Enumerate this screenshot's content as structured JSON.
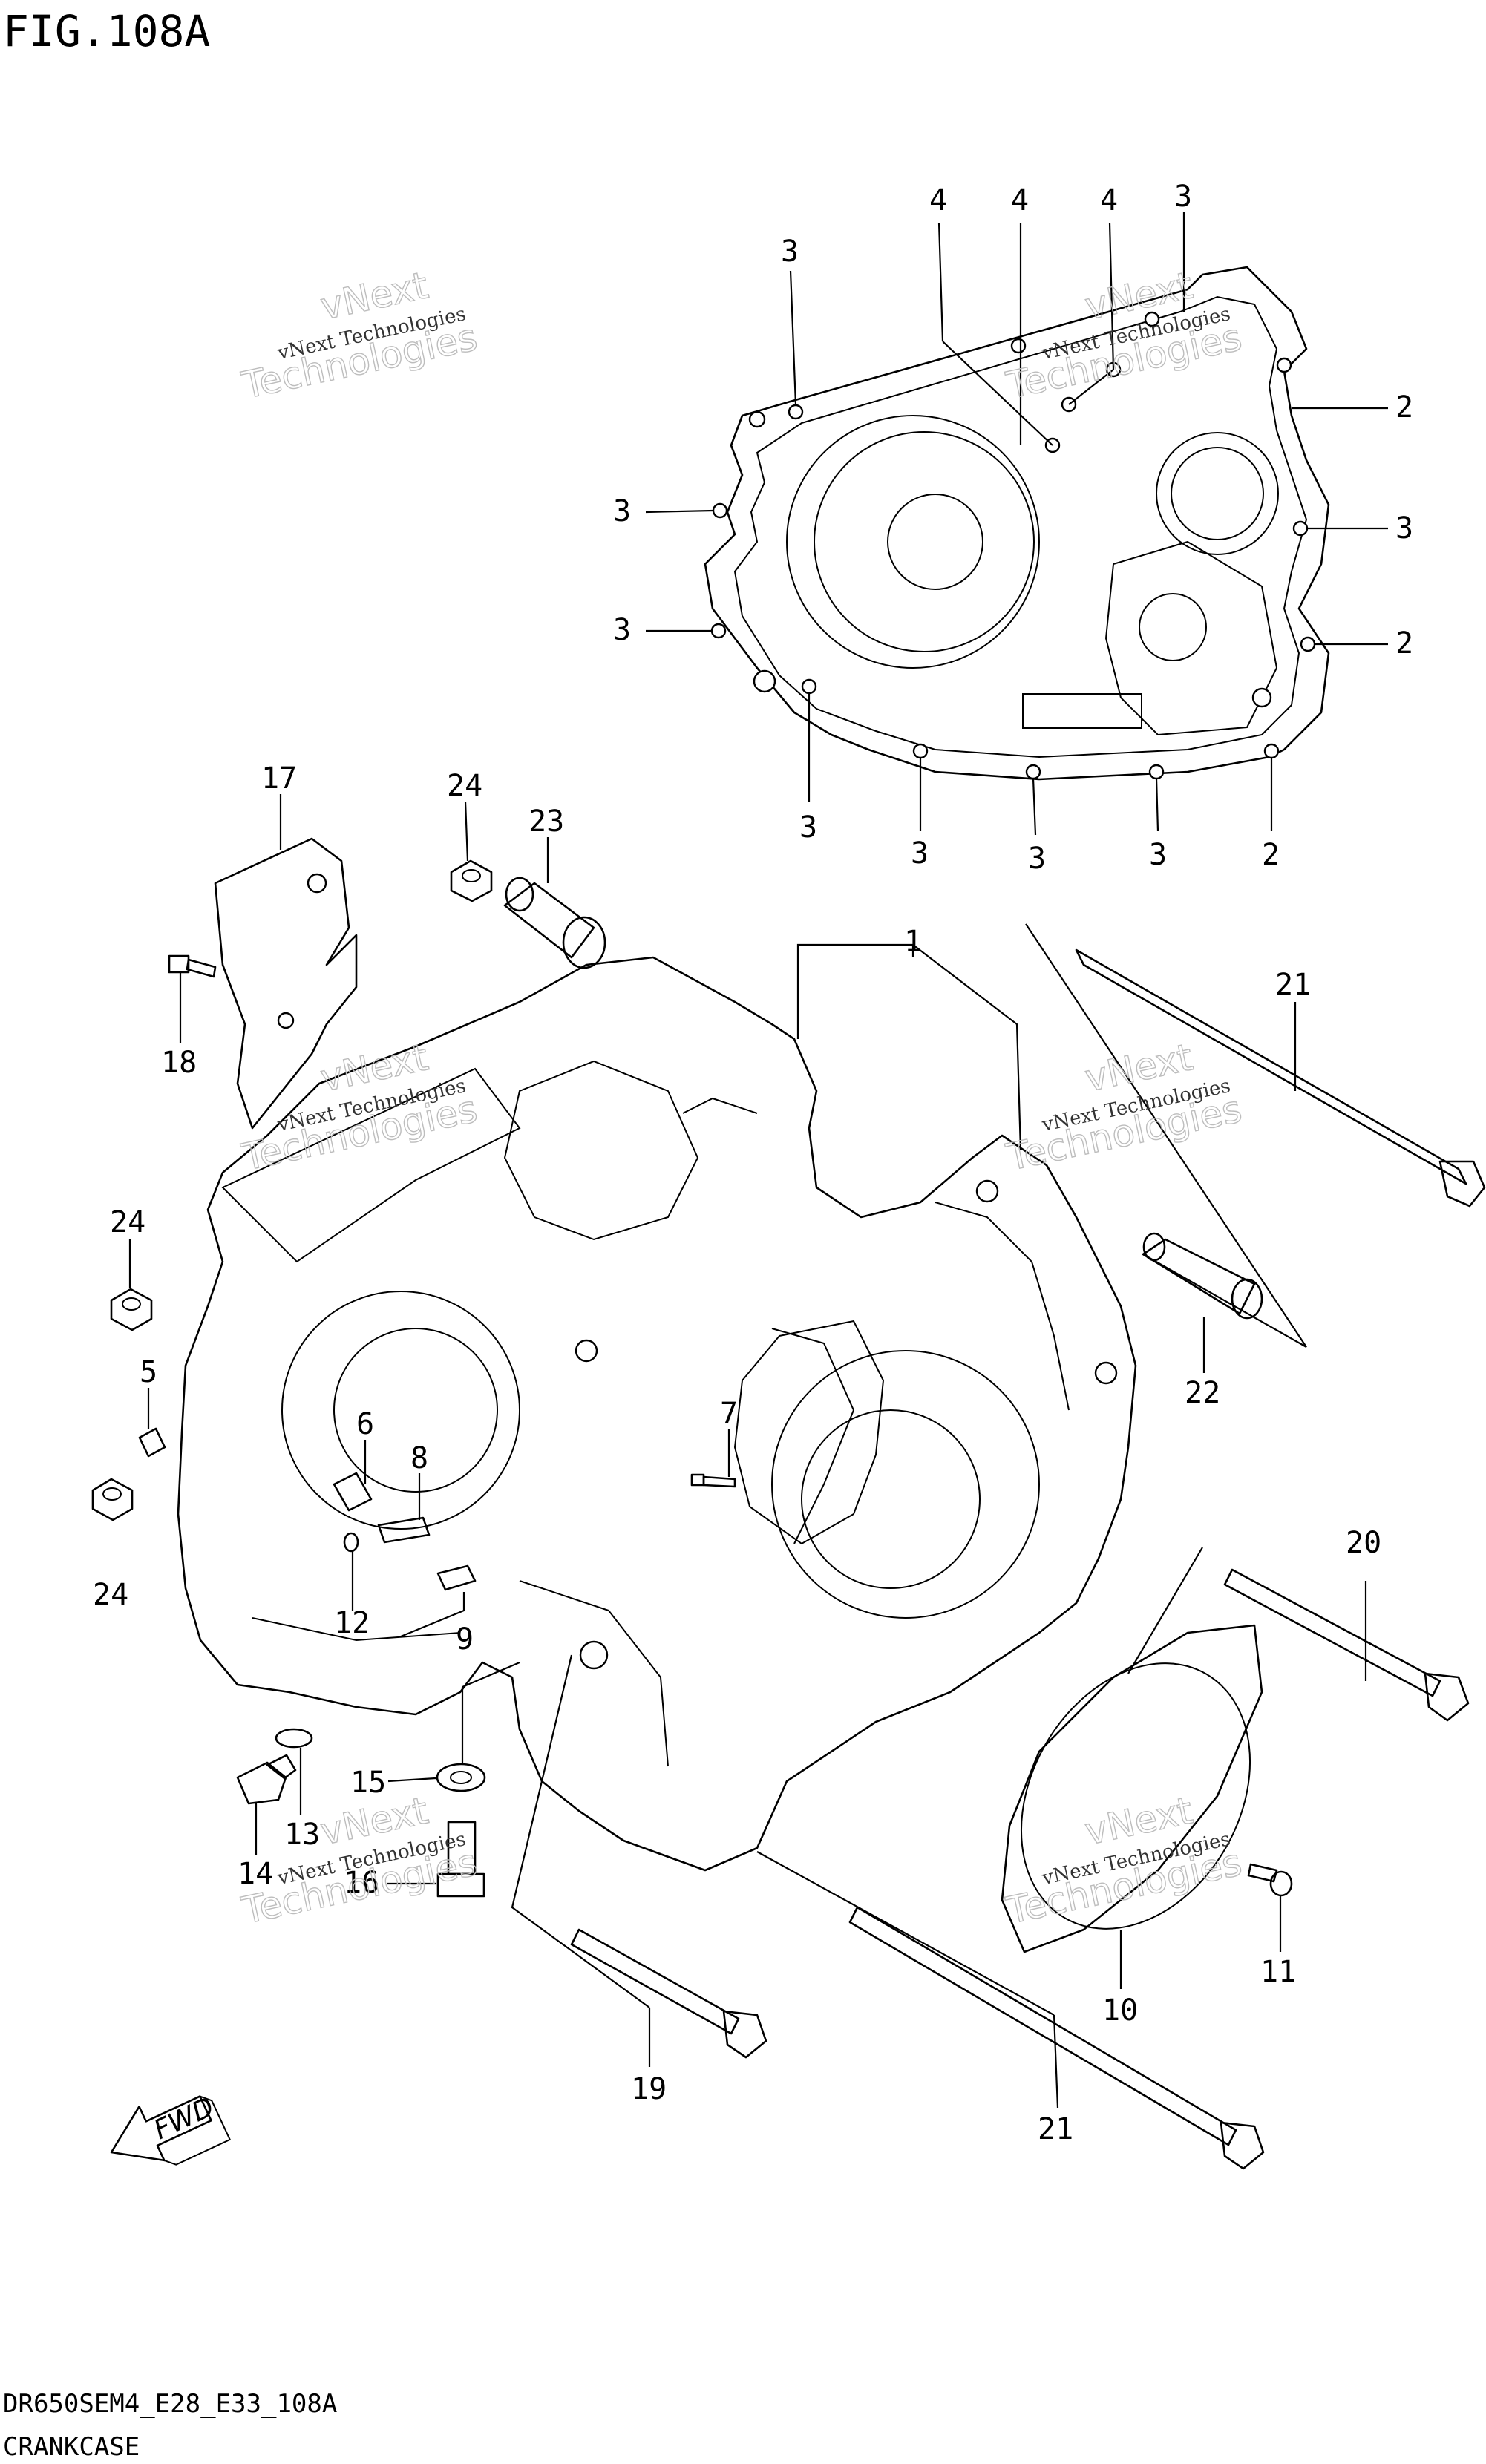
{
  "figure_title": "FIG.108A",
  "footer": {
    "code": "DR650SEM4_E28_E33_108A",
    "name": "CRANKCASE"
  },
  "watermark": {
    "line1": "vNext Technologies",
    "line2": "vNext",
    "line3": "Technologies"
  },
  "badge": {
    "label": "FWD"
  },
  "callouts": [
    {
      "id": "c4a",
      "label": "4"
    },
    {
      "id": "c4b",
      "label": "4"
    },
    {
      "id": "c4c",
      "label": "4"
    },
    {
      "id": "c3top",
      "label": "3"
    },
    {
      "id": "c3l",
      "label": "3"
    },
    {
      "id": "c2r1",
      "label": "2"
    },
    {
      "id": "c3l2",
      "label": "3"
    },
    {
      "id": "c3r",
      "label": "3"
    },
    {
      "id": "c3l3",
      "label": "3"
    },
    {
      "id": "c2r2",
      "label": "2"
    },
    {
      "id": "c3b1",
      "label": "3"
    },
    {
      "id": "c3b2",
      "label": "3"
    },
    {
      "id": "c3b3",
      "label": "3"
    },
    {
      "id": "c3b4",
      "label": "3"
    },
    {
      "id": "c2b",
      "label": "2"
    },
    {
      "id": "c17",
      "label": "17"
    },
    {
      "id": "c24a",
      "label": "24"
    },
    {
      "id": "c23",
      "label": "23"
    },
    {
      "id": "c1",
      "label": "1"
    },
    {
      "id": "c21a",
      "label": "21"
    },
    {
      "id": "c18",
      "label": "18"
    },
    {
      "id": "c24b",
      "label": "24"
    },
    {
      "id": "c22",
      "label": "22"
    },
    {
      "id": "c5",
      "label": "5"
    },
    {
      "id": "c6",
      "label": "6"
    },
    {
      "id": "c7",
      "label": "7"
    },
    {
      "id": "c8",
      "label": "8"
    },
    {
      "id": "c24c",
      "label": "24"
    },
    {
      "id": "c20",
      "label": "20"
    },
    {
      "id": "c12",
      "label": "12"
    },
    {
      "id": "c9",
      "label": "9"
    },
    {
      "id": "c15",
      "label": "15"
    },
    {
      "id": "c13",
      "label": "13"
    },
    {
      "id": "c14",
      "label": "14"
    },
    {
      "id": "c16",
      "label": "16"
    },
    {
      "id": "c11",
      "label": "11"
    },
    {
      "id": "c10",
      "label": "10"
    },
    {
      "id": "c19",
      "label": "19"
    },
    {
      "id": "c21b",
      "label": "21"
    }
  ]
}
